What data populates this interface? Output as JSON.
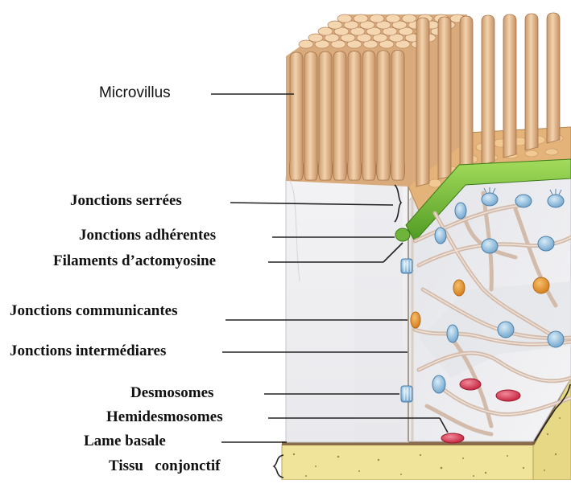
{
  "labels": {
    "microvillus": "Microvillus",
    "jonctions_serrees": "Jonctions serrées",
    "jonctions_adherentes": "Jonctions adhérentes",
    "filaments_actomyosine": "Filaments d’actomyosine",
    "jonctions_communicantes": "Jonctions communicantes",
    "jonctions_intermediaires": "Jonctions intermédiares",
    "desmosomes": "Desmosomes",
    "hemidesmosomes": "Hemidesmosomes",
    "lame_basale": "Lame basale",
    "tissu_conjonctif": "Tissu   conjonctif"
  },
  "colors": {
    "microvilli": "#e7c49a",
    "microvilli_shade": "#c7966a",
    "cytoplasm": "#f0f0f2",
    "cytoplasm_shade": "#dcdde2",
    "tight_junction": "#7cc23a",
    "filament": "#d7c2b5",
    "desmosome": "#9cc3e0",
    "gap_junction": "#e79a3a",
    "hemidesmosome": "#d8324a",
    "connective": "#efe49a",
    "basal_lamina": "#8a6b4a"
  }
}
